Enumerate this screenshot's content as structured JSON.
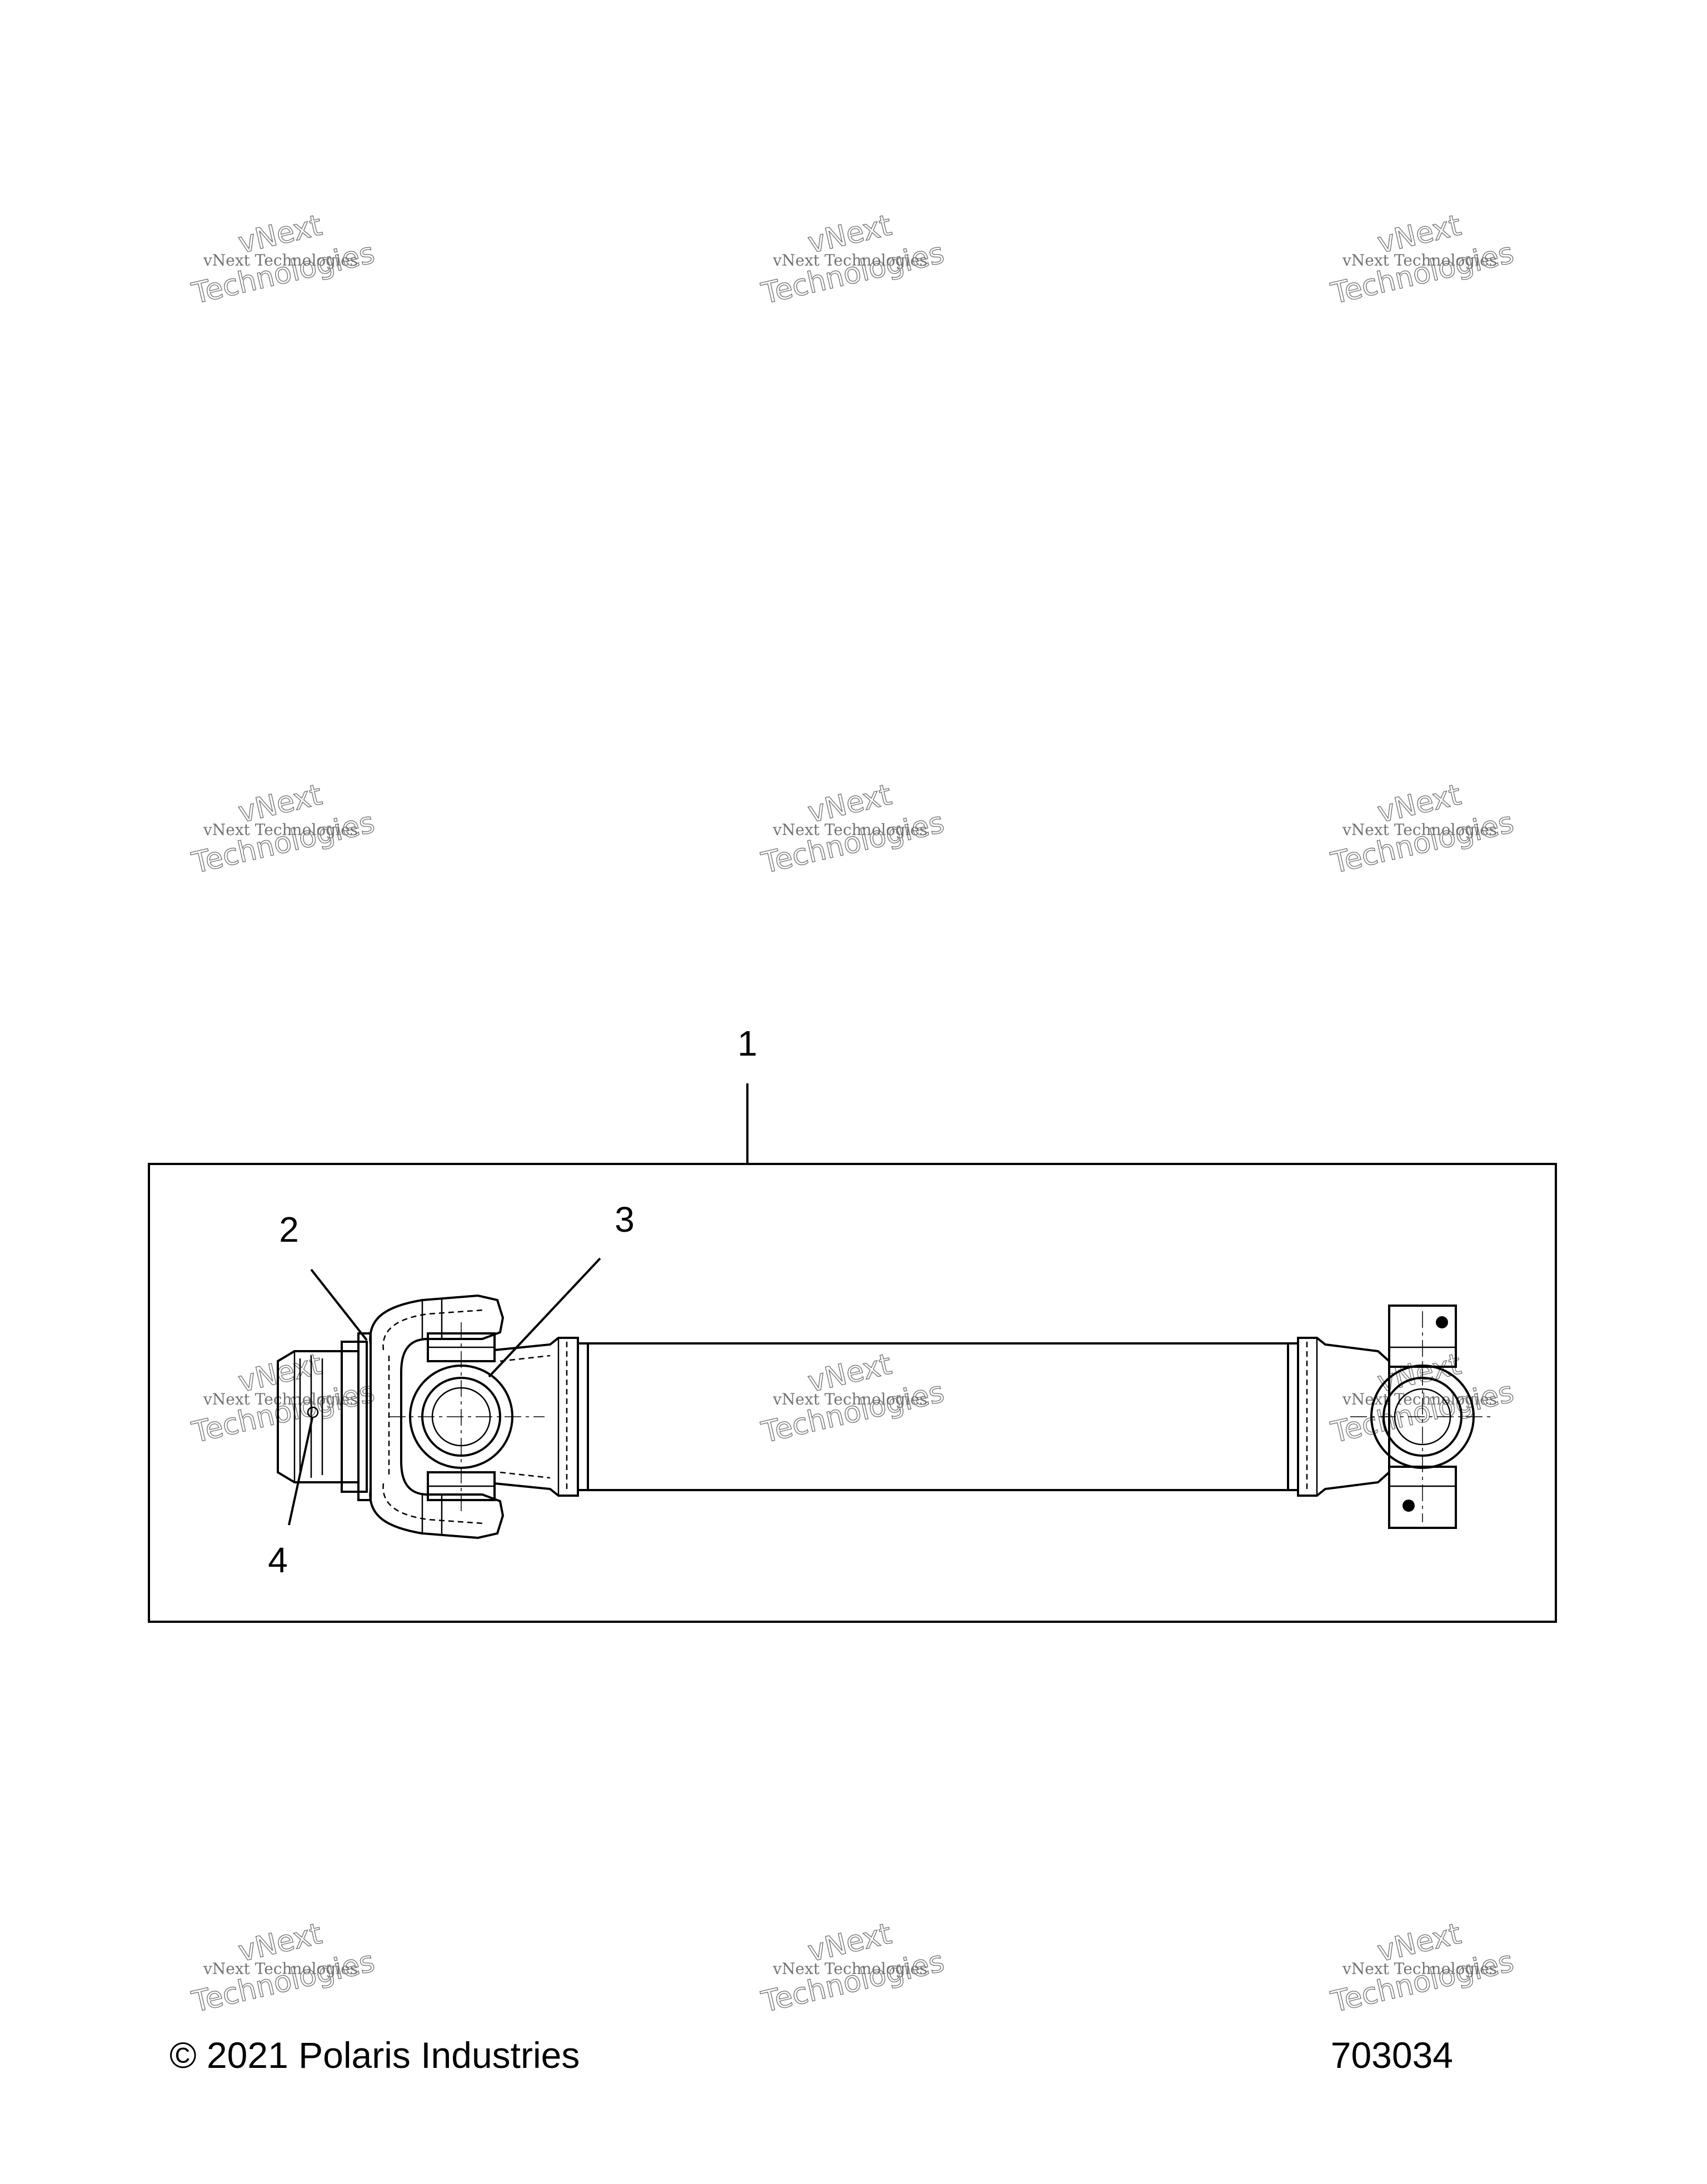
{
  "figure": {
    "callouts": [
      {
        "number": "1"
      },
      {
        "number": "2"
      },
      {
        "number": "3"
      },
      {
        "number": "4"
      }
    ]
  },
  "watermark": {
    "line1": "vNext Technologies",
    "line2": "vNext",
    "line3": "Technologies"
  },
  "footer": {
    "copyright": "© 2021 Polaris Industries",
    "figure_number": "703034"
  }
}
